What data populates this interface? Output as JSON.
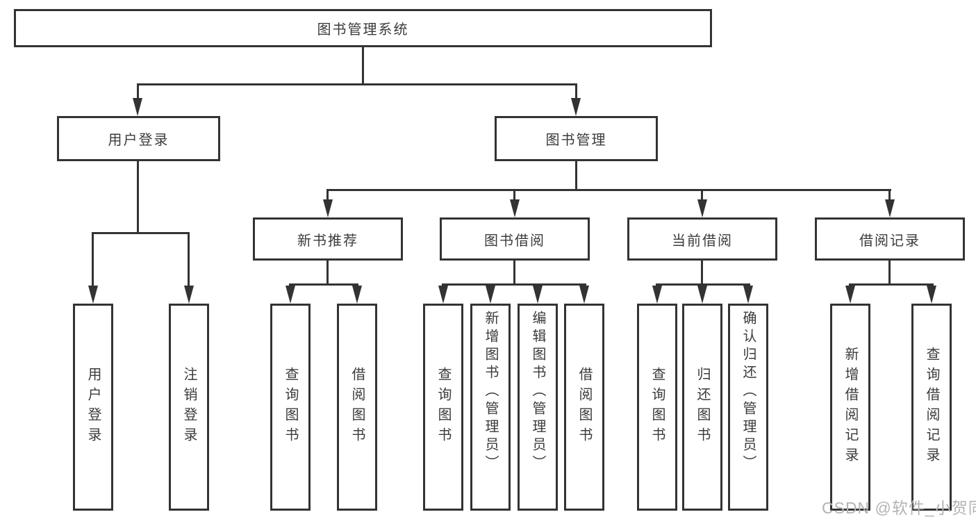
{
  "diagram": {
    "root": {
      "label": "图书管理系统"
    },
    "level2": [
      {
        "id": "user-login",
        "label": "用户登录"
      },
      {
        "id": "book-management",
        "label": "图书管理"
      }
    ],
    "level3": [
      {
        "id": "new-book-recommendation",
        "label": "新书推荐"
      },
      {
        "id": "book-borrowing",
        "label": "图书借阅"
      },
      {
        "id": "current-borrowing",
        "label": "当前借阅"
      },
      {
        "id": "borrowing-records",
        "label": "借阅记录"
      }
    ],
    "leaves": {
      "user_login": [
        "用户登录",
        "注销登录"
      ],
      "new_book": [
        "查询图书",
        "借阅图书"
      ],
      "book_borrow": [
        "查询图书",
        "新增图书（管理员）",
        "编辑图书（管理员）",
        "借阅图书"
      ],
      "current_borrow": [
        "查询图书",
        "归还图书",
        "确认归还（管理员）"
      ],
      "records": [
        "新增借阅记录",
        "查询借阅记录"
      ]
    }
  },
  "watermark": {
    "text": "CSDN @软件_小贺同学"
  },
  "colors": {
    "line": "#333333",
    "text": "#3b3b3b",
    "watermark": "#b3b3b3",
    "background": "#ffffff"
  }
}
